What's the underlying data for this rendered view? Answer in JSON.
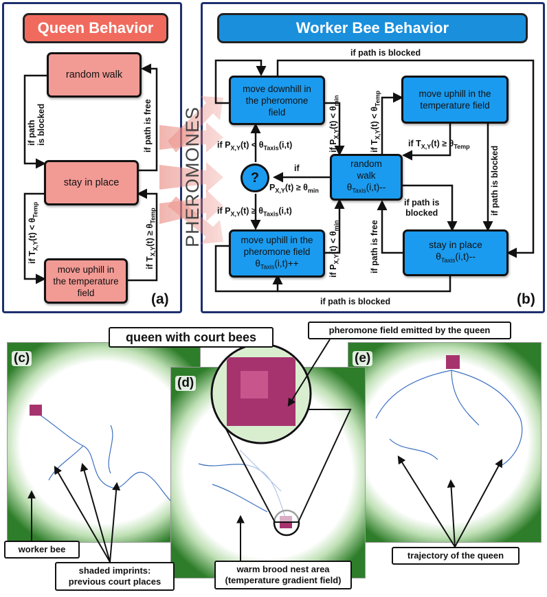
{
  "panel_a": {
    "title": "Queen Behavior",
    "letter": "(a)",
    "nodes": {
      "random_walk": "random walk",
      "stay": "stay in place",
      "uphill_l1": "move uphill in",
      "uphill_l2": "the temperature",
      "uphill_l3": "field"
    },
    "edges": {
      "blocked_1": "if path",
      "blocked_2": "is blocked",
      "free": "if path is free",
      "t_less": "if T",
      "t_less_sub": "X,Y",
      "t_less_rest": "(t) < θ",
      "t_less_temp": "Temp",
      "t_geq": "if T",
      "t_geq_sub": "X,Y",
      "t_geq_rest": "(t) ≥ θ",
      "t_geq_temp": "Temp"
    }
  },
  "panel_b": {
    "title": "Worker Bee Behavior",
    "letter": "(b)",
    "pheromones": "PHEROMONES",
    "question": "?",
    "nodes": {
      "downhill_l1": "move downhill in",
      "downhill_l2": "the pheromone",
      "downhill_l3": "field",
      "uphill_temp_l1": "move uphill in the",
      "uphill_temp_l2": "temperature field",
      "random_l1": "random",
      "random_l2": "walk",
      "random_l3": "θ",
      "random_l3_sub": "Taxis",
      "random_l3_rest": "(i,t)--",
      "uphill_pher_l1": "move uphill in the",
      "uphill_pher_l2": "pheromone field",
      "uphill_pher_l3": "θ",
      "uphill_pher_l3_sub": "Taxis",
      "uphill_pher_l3_rest": "(i,t)++",
      "stay_l1": "stay in place",
      "stay_l2": "θ",
      "stay_l2_sub": "Taxis",
      "stay_l2_rest": "(i,t)--"
    },
    "edges": {
      "blocked_top": "if path is blocked",
      "blocked_bottom": "if path is blocked",
      "p_less_taxis": "if P",
      "p_less_taxis_sub": "X,Y",
      "p_less_taxis_rest": "(t) < θ",
      "p_less_taxis_sub2": "Taxis",
      "p_less_taxis_end": "(i,t)",
      "p_geq_taxis": "if P",
      "p_geq_taxis_sub": "X,Y",
      "p_geq_taxis_rest": "(t) ≥ θ",
      "p_geq_taxis_sub2": "Taxis",
      "p_geq_taxis_end": "(i,t)",
      "if_word": "if",
      "p_geq_min": "P",
      "p_geq_min_sub": "X,Y",
      "p_geq_min_rest": "(t) ≥ θ",
      "p_geq_min_sub2": "min",
      "vert_p_less_min": "if P",
      "vert_p_less_min_sub": "X,Y",
      "vert_p_less_min_rest": "(t) < θ",
      "vert_p_less_min_sub2": "min",
      "vert_t_less_temp": "if T",
      "vert_t_less_temp_sub": "X,Y",
      "vert_t_less_temp_rest": "(t) < θ",
      "vert_t_less_temp_sub2": "Temp",
      "t_geq_temp": "if T",
      "t_geq_temp_sub": "X,Y",
      "t_geq_temp_rest": "(t) ≥ θ",
      "t_geq_temp_sub2": "Temp",
      "blocked_right": "if path is blocked",
      "blocked_mid_1": "if path is",
      "blocked_mid_2": "blocked",
      "free_right": "if path is free",
      "vert_p_less_min2": "if P",
      "vert_p_less_min2_sub": "X,Y",
      "vert_p_less_min2_rest": "(t) < θ",
      "vert_p_less_min2_sub2": "min"
    }
  },
  "sims": {
    "c_letter": "(c)",
    "d_letter": "(d)",
    "e_letter": "(e)"
  },
  "callouts": {
    "queen_court": "queen with court bees",
    "pheromone_field": "pheromone field emitted by the queen",
    "worker_bee": "worker bee",
    "imprints_l1": "shaded imprints:",
    "imprints_l2": "previous court places",
    "brood_l1": "warm brood nest area",
    "brood_l2": "(temperature gradient field)",
    "trajectory": "trajectory of the queen"
  },
  "colors": {
    "queen_fill": "#f29a94",
    "worker_fill": "#1a9bef",
    "panel_border": "#1d2f6e",
    "field_green": "#2e7d2a",
    "pheromone_arrow": "#e8837a"
  }
}
